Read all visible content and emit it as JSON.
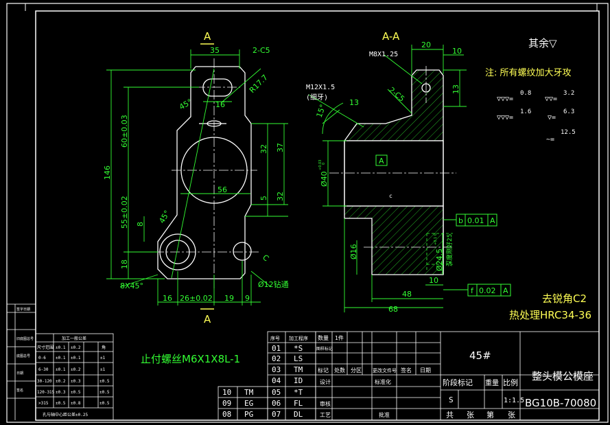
{
  "views": {
    "front_section_label": "A",
    "front_section_label_bottom": "A",
    "section_title": "A-A"
  },
  "front_view_dims": {
    "top_width": "35",
    "chamfer_top": "2-C5",
    "slot_width": "16",
    "radius": "R17.7",
    "angle_45_top": "45°",
    "dim_60": "60±0.03",
    "dim_146": "146",
    "dim_55": "55±0.02",
    "dim_18": "18",
    "dim_8": "8",
    "angle_45_mid": "45°",
    "circle_56": "56",
    "dim_32_top": "32",
    "dim_37": "37",
    "dim_5": "5",
    "dim_32_bottom": "32",
    "chamfer_8x45": "8X45°",
    "dim_16": "16",
    "dim_26": "26±0.02",
    "dim_19": "19",
    "dim_9": "9",
    "hole_12": "Ø12钻通",
    "dim_c": "C"
  },
  "section_view_dims": {
    "thread_m8": "M8X1.25",
    "dim_20": "20",
    "dim_10_top": "10",
    "dim_13_right": "13",
    "thread_m12": "M12X1.5",
    "thin_thread": "(细牙)",
    "angle_15": "15°",
    "dim_13_left": "13",
    "chamfer_2c5": "2-C5",
    "datum_a": "A",
    "dia_40": "Ø40",
    "dia_40_tol_top": "+0.03",
    "dia_40_tol_bottom": "0",
    "dia_16": "Ø16",
    "dia_24": "Ø24.5",
    "dia_24_tol": "+0.1 0",
    "depth_note": "深度刚好25",
    "dim_10_bottom": "10",
    "dim_48": "48",
    "dim_68": "68",
    "gdt_b": "b",
    "gdt_b_value": "0.01",
    "gdt_b_datum": "A",
    "gdt_f": "f",
    "gdt_f_value": "0.02",
    "gdt_f_datum": "A",
    "rough_c": "c"
  },
  "notes": {
    "remaining": "其余▽",
    "thread_note": "注: 所有螺纹加大牙攻",
    "rough_08": "0.8",
    "rough_32": "3.2",
    "rough_16": "1.6",
    "rough_63": "6.3",
    "rough_125": "12.5",
    "deburr": "去锐角C2",
    "heat_treat": "热处理HRC34-36",
    "screw": "止付螺丝M6X1X8L-1"
  },
  "tolerance_table": {
    "title": "加工一般公差",
    "headers": [
      "尺寸范围",
      "±0.1",
      "±0.2",
      "角"
    ],
    "rows": [
      [
        "0-6",
        "±0.1",
        "±0.1",
        "±1"
      ],
      [
        "6-30",
        "±0.1",
        "±0.2",
        "±1"
      ],
      [
        "30-120",
        "±0.2",
        "±0.3",
        "±0.5"
      ],
      [
        "120-315",
        "±0.3",
        "±0.5",
        "±0.5"
      ],
      [
        ">315",
        "±0.5",
        "±0.8",
        "±0.5"
      ]
    ],
    "footer": "孔与轴中心距公差±0.25"
  },
  "side_labels": [
    "签字日期",
    "旧底图总号",
    "底图总号",
    "日期",
    "签名"
  ],
  "codes": {
    "col1": [
      "10",
      "09",
      "08"
    ],
    "col2": [
      "TM",
      "EG",
      "PG"
    ],
    "col3": [
      "序号",
      "01",
      "02",
      "03",
      "04",
      "05",
      "06",
      "07"
    ],
    "col4": [
      "加工程序",
      "*S",
      "LS",
      "TM",
      "ID",
      "*T",
      "FL",
      "DL"
    ]
  },
  "title_block": {
    "row_labels": [
      "数量",
      "标记",
      "处数",
      "分区",
      "更改文件号",
      "签名",
      "日期"
    ],
    "design": "设计",
    "standardize": "标准化",
    "review": "审核",
    "process": "工艺",
    "approve": "批准",
    "material": "45#",
    "part_name": "整头模公模座",
    "stage": "阶段标记",
    "weight": "重量",
    "scale": "比例",
    "stage_s": "S",
    "scale_value": "1:1.5",
    "drawing_no": "BG10B-70080",
    "total": "共",
    "sheet": "张",
    "no": "第",
    "sheet2": "张",
    "extra": "1件",
    "drawing_num": "图样标记"
  }
}
